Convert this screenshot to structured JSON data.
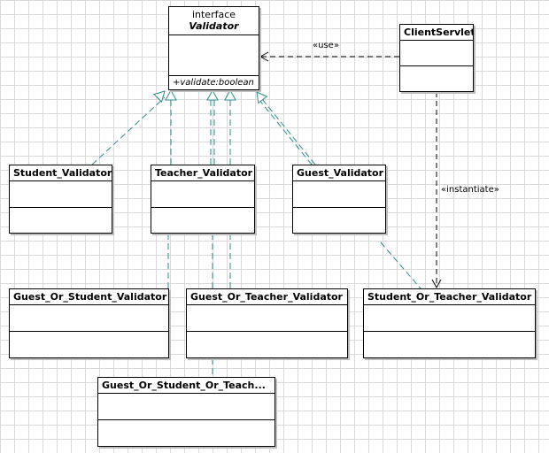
{
  "diagram": {
    "interface": {
      "stereotype": "interface",
      "name": "Validator",
      "operation": "+validate:boolean"
    },
    "classes": {
      "client_servlet": "ClientServlet",
      "student_validator": "Student_Validator",
      "teacher_validator": "Teacher_Validator",
      "guest_validator": "Guest_Validator",
      "guest_or_student_validator": "Guest_Or_Student_Validator",
      "guest_or_teacher_validator": "Guest_Or_Teacher_Validator",
      "student_or_teacher_validator": "Student_Or_Teacher_Validator",
      "guest_or_student_or_teacher_validator": "Guest_Or_Student_Or_Teach..."
    },
    "edge_labels": {
      "use": "«use»",
      "instantiate": "«instantiate»"
    },
    "colors": {
      "realization_line": "#2e8b8b",
      "dependency_line": "#000000",
      "grid": "#d9d9d9"
    }
  }
}
